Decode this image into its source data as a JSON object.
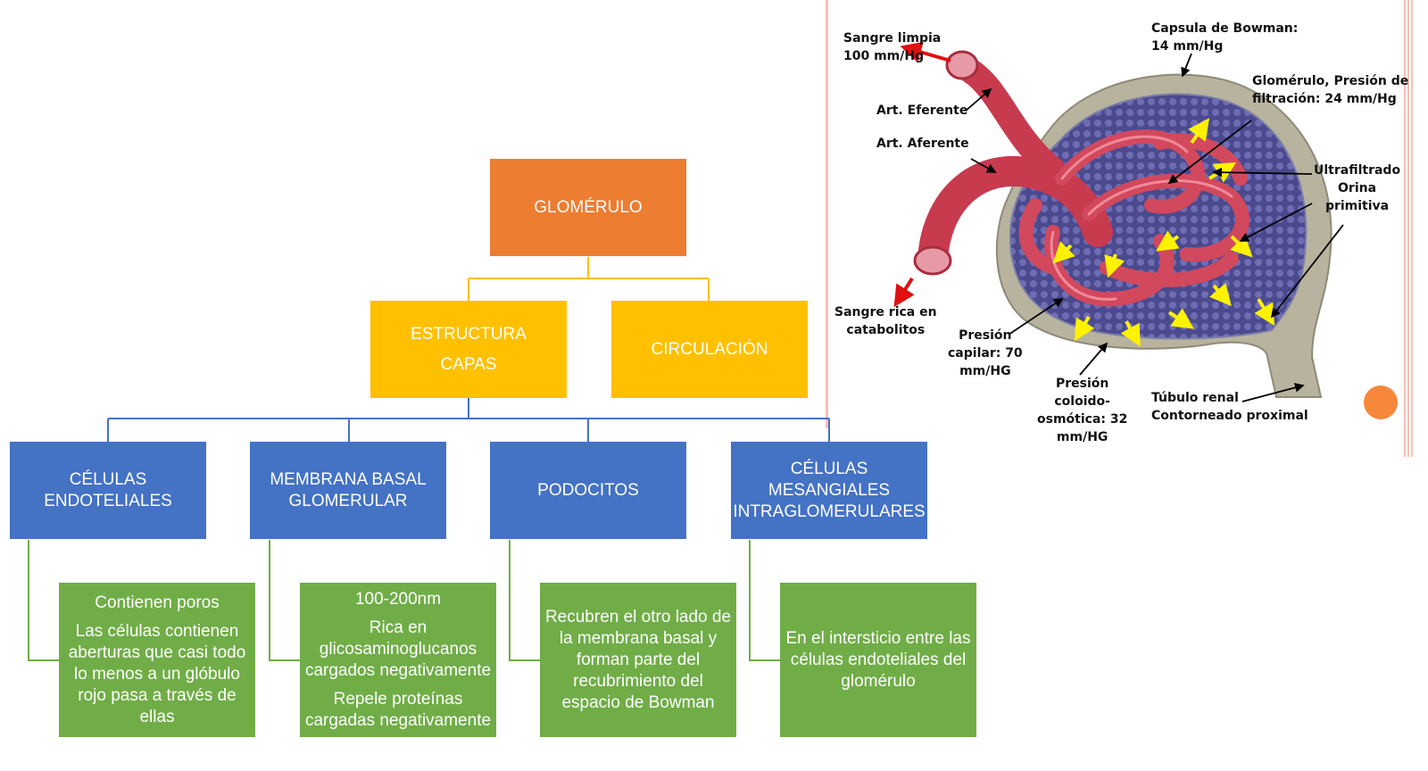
{
  "palette": {
    "root": "#ED7D31",
    "level1": "#FFC000",
    "level2": "#4472C4",
    "level3": "#70AD47",
    "accent_dot": "#F7873B"
  },
  "root": {
    "label": "GLOMÉRULO"
  },
  "level1": [
    {
      "lines": [
        "ESTRUCTURA",
        "CAPAS"
      ]
    },
    {
      "lines": [
        "CIRCULACIÓN"
      ]
    }
  ],
  "level2": [
    {
      "lines": [
        "CÉLULAS ENDOTELIALES"
      ]
    },
    {
      "lines": [
        "MEMBRANA BASAL",
        "GLOMERULAR"
      ]
    },
    {
      "lines": [
        "PODOCITOS"
      ]
    },
    {
      "lines": [
        "CÉLULAS MESANGIALES",
        "INTRAGLOMERULARES"
      ]
    }
  ],
  "level3": [
    {
      "paragraphs": [
        "Contienen poros",
        "Las células contienen aberturas que casi todo lo menos a un glóbulo rojo pasa a través de ellas"
      ]
    },
    {
      "paragraphs": [
        "100-200nm",
        "Rica en glicosaminoglucanos cargados negativamente",
        "Repele proteínas cargadas negativamente"
      ]
    },
    {
      "paragraphs": [
        "Recubren el otro lado de la membrana basal y forman parte del recubrimiento del espacio de Bowman"
      ]
    },
    {
      "paragraphs": [
        "En el intersticio entre las células endoteliales del glomérulo"
      ]
    }
  ],
  "illustration": {
    "labels": {
      "sangre_limpia": "Sangre limpia",
      "sangre_limpia_value": "100 mm/Hg",
      "capsula": "Capsula de Bowman:",
      "capsula_value": "14 mm/Hg",
      "glomerulo_presion": "Glomérulo, Presión de",
      "glomerulo_presion_2": "filtración: 24 mm/Hg",
      "art_eferente": "Art. Eferente",
      "art_aferente": "Art. Aferente",
      "ultrafiltrado_1": "Ultrafiltrado",
      "ultrafiltrado_2": "Orina",
      "ultrafiltrado_3": "primitiva",
      "sangre_rica_1": "Sangre rica en",
      "sangre_rica_2": "catabolitos",
      "presion_capilar_1": "Presión",
      "presion_capilar_2": "capilar: 70",
      "presion_capilar_3": "mm/HG",
      "coloido_1": "Presión",
      "coloido_2": "coloido-",
      "coloido_3": "osmótica: 32",
      "coloido_4": "mm/HG",
      "tubulo_1": "Túbulo renal",
      "tubulo_2": "Contorneado proximal"
    }
  }
}
